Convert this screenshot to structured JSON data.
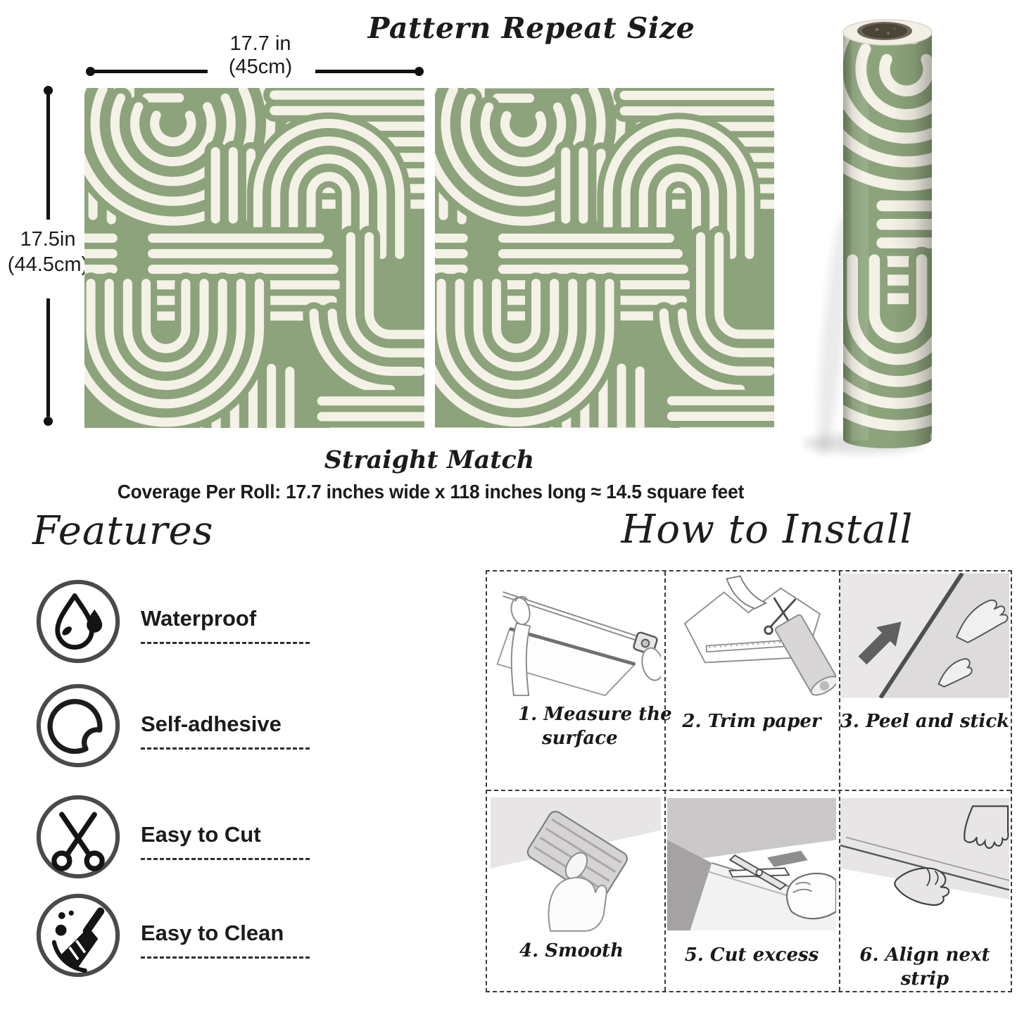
{
  "colors": {
    "pattern_green": "#8CA37B",
    "pattern_cream": "#F4F1E6",
    "ink": "#1B1B1B",
    "icon_ring_gray": "#4A4A4A",
    "roll_core_brown": "#4B4437"
  },
  "header": {
    "title": "Pattern Repeat Size"
  },
  "dimensions": {
    "width_in": "17.7 in",
    "width_cm": "(45cm)",
    "height_in": "17.5in",
    "height_cm": "(44.5cm)"
  },
  "swatch": {
    "match_label": "Straight Match",
    "coverage": "Coverage Per Roll: 17.7 inches wide x 118 inches long ≈ 14.5 square feet"
  },
  "features": {
    "heading": "Features",
    "items": [
      {
        "label": "Waterproof",
        "icon": "water-drop-icon"
      },
      {
        "label": "Self-adhesive",
        "icon": "sticker-peel-icon"
      },
      {
        "label": "Easy to Cut",
        "icon": "scissors-icon"
      },
      {
        "label": "Easy to Clean",
        "icon": "broom-icon"
      }
    ]
  },
  "install": {
    "heading": "How to Install",
    "steps": [
      {
        "label": "1. Measure the surface",
        "illustration": "measuring-tape-illustration"
      },
      {
        "label": "2. Trim paper",
        "illustration": "trim-paper-illustration"
      },
      {
        "label": "3. Peel and stick",
        "illustration": "peel-and-stick-illustration"
      },
      {
        "label": "4. Smooth",
        "illustration": "smooth-squeegee-illustration"
      },
      {
        "label": "5. Cut excess",
        "illustration": "cut-excess-illustration"
      },
      {
        "label": "6. Align next strip",
        "illustration": "align-next-strip-illustration"
      }
    ]
  }
}
